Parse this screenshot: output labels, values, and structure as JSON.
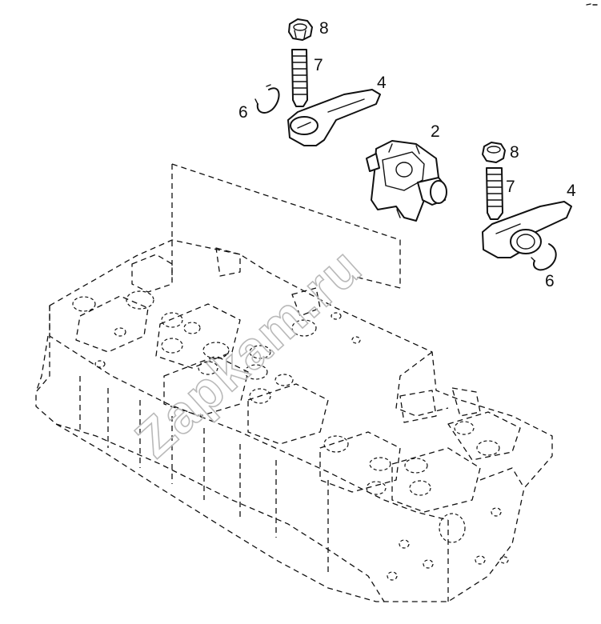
{
  "callouts": {
    "nut_top": "8",
    "screw_top": "7",
    "rocker_top": "4",
    "ring_top": "6",
    "bracket": "2",
    "nut_right": "8",
    "screw_right": "7",
    "rocker_right": "4",
    "ring_right": "6"
  },
  "watermark": "Zapkam.ru",
  "colors": {
    "line": "#111111",
    "watermark": "#b9b9b9",
    "background": "#ffffff"
  }
}
